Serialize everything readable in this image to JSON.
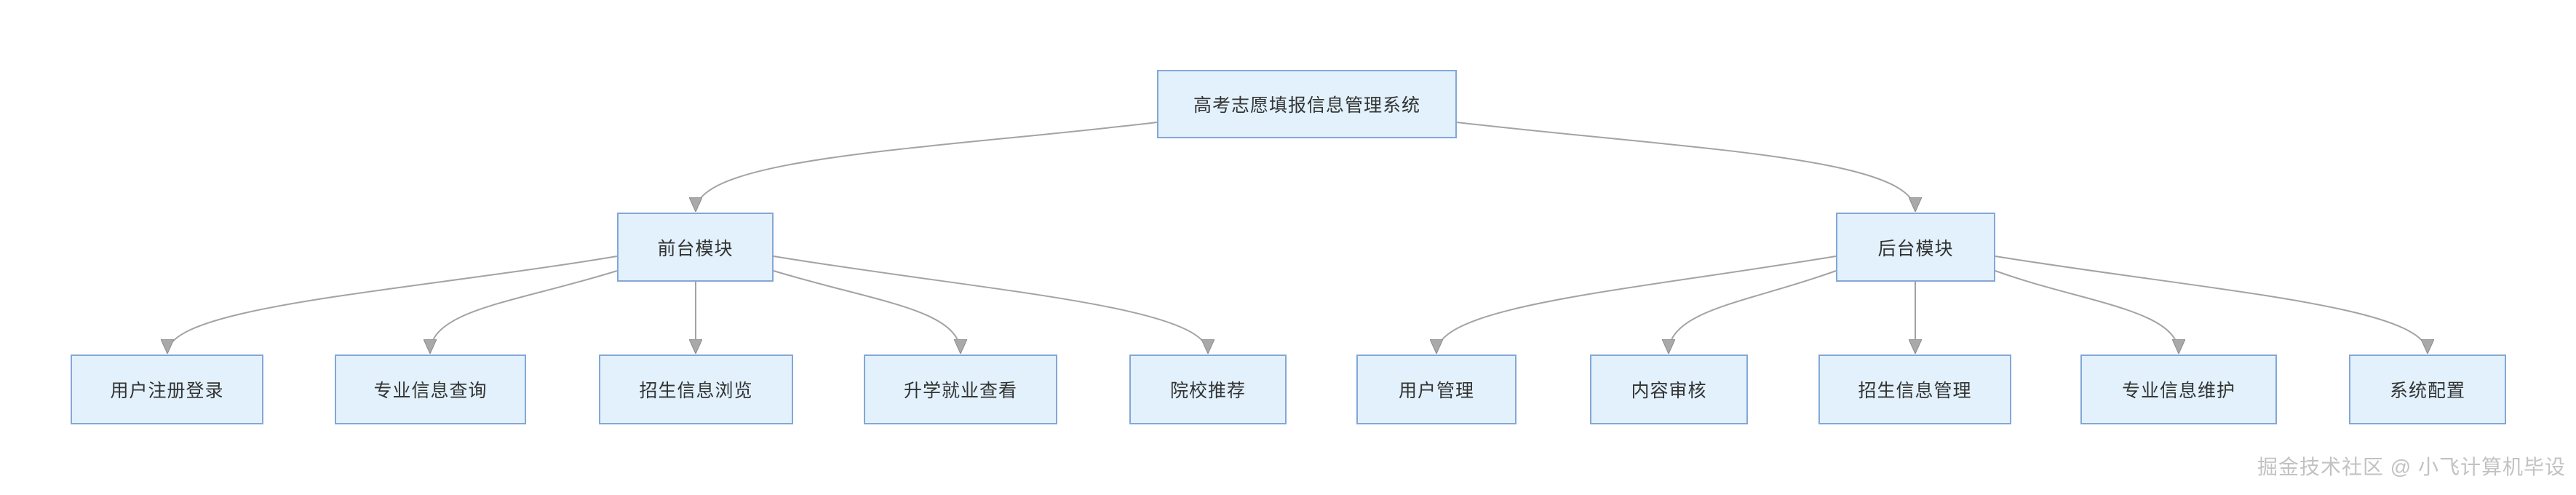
{
  "diagram": {
    "root": {
      "label": "高考志愿填报信息管理系统"
    },
    "branches": [
      {
        "label": "前台模块",
        "children": [
          {
            "label": "用户注册登录"
          },
          {
            "label": "专业信息查询"
          },
          {
            "label": "招生信息浏览"
          },
          {
            "label": "升学就业查看"
          },
          {
            "label": "院校推荐"
          }
        ]
      },
      {
        "label": "后台模块",
        "children": [
          {
            "label": "用户管理"
          },
          {
            "label": "内容审核"
          },
          {
            "label": "招生信息管理"
          },
          {
            "label": "专业信息维护"
          },
          {
            "label": "系统配置"
          }
        ]
      }
    ]
  },
  "watermark": "掘金技术社区 @ 小飞计算机毕设",
  "colors": {
    "background": "#ffffff",
    "node_fill": "#e2f1fc",
    "node_border": "#83a7d7",
    "node_text": "#333333",
    "connector": "#a3a3a3",
    "arrowhead": "#a9a9a9",
    "watermark_text": "#c2c2c2"
  }
}
